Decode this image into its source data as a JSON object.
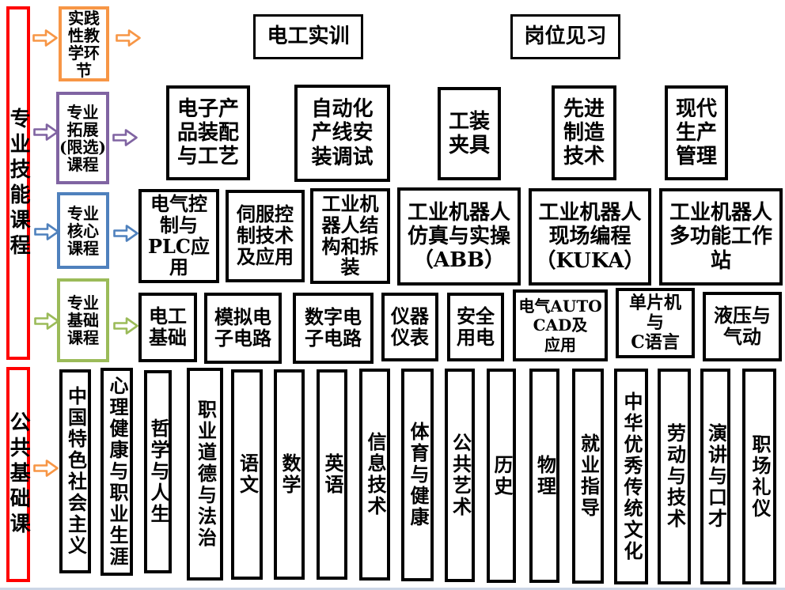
{
  "palette": {
    "section_border": "#FF0000",
    "practice_accent": "#F79646",
    "expansion_accent": "#8064A2",
    "core_accent": "#4F81BD",
    "foundation_accent": "#9BBB59",
    "course_border": "#000000"
  },
  "diagram": {
    "skill_section": {
      "label": "专业技能课程",
      "rows": [
        {
          "id": "practice",
          "category": "实践\n性教\n学环\n节",
          "courses": [
            "电工实训",
            "岗位见习"
          ]
        },
        {
          "id": "expansion",
          "category": "专业\n拓展\n(限选)\n课程",
          "courses": [
            "电子产\n品装配\n与工艺",
            "自动化\n产线安\n装调试",
            "工装\n夹具",
            "先进\n制造\n技术",
            "现代\n生产\n管理"
          ]
        },
        {
          "id": "core",
          "category": "专业\n核心\n课程",
          "courses": [
            "电气控\n制与\nPLC应\n用",
            "伺服控\n制技术\n及应用",
            "工业机\n器人结\n构和拆\n装",
            "工业机器人\n仿真与实操\n（ABB）",
            "工业机器人\n现场编程\n（KUKA）",
            "工业机器人\n多功能工作\n站"
          ]
        },
        {
          "id": "foundation",
          "category": "专业\n基础\n课程",
          "courses": [
            "电工\n基础",
            "模拟电\n子电路",
            "数字电\n子电路",
            "仪器\n仪表",
            "安全\n用电",
            "电气AUTO\nCAD及\n应用",
            "单片机\n与\nC语言",
            "液压与\n气动"
          ]
        }
      ]
    },
    "public_section": {
      "label": "公共基础课",
      "courses": [
        "中国特色社会主义",
        "心理健康与职业生涯",
        "哲学与人生",
        "职业道德与法治",
        "语文",
        "数学",
        "英语",
        "信息技术",
        "体育与健康",
        "公共艺术",
        "历史",
        "物理",
        "就业指导",
        "中华优秀传统文化",
        "劳动与技术",
        "演讲与口才",
        "职场礼仪"
      ]
    }
  }
}
